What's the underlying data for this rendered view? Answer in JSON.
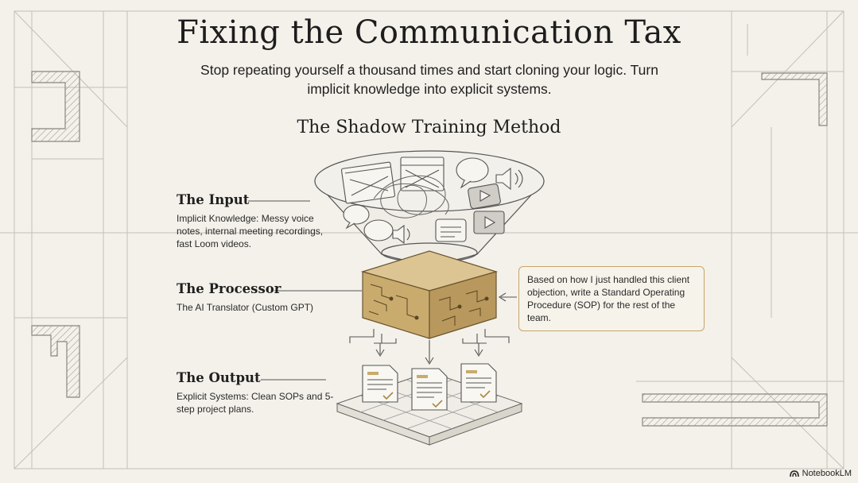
{
  "title": "Fixing the Communication Tax",
  "subtitle": "Stop repeating yourself a thousand times and start cloning your logic. Turn implicit knowledge into explicit systems.",
  "section_title": "The Shadow Training Method",
  "stages": [
    {
      "heading": "The Input",
      "body": "Implicit Knowledge: Messy voice notes, internal meeting recordings, fast Loom videos."
    },
    {
      "heading": "The Processor",
      "body": "The AI Translator (Custom GPT)"
    },
    {
      "heading": "The Output",
      "body": "Explicit Systems: Clean SOPs and 5-step project plans."
    }
  ],
  "callout": "Based on how I just handled this client objection, write a Standard Operating Procedure (SOP) for the rest of the team.",
  "badge": "NotebookLM",
  "colors": {
    "background": "#f3f1ea",
    "wood": "#c9ab6e",
    "callout_border": "#c8a46a",
    "line": "#444444"
  },
  "icons": [
    "funnel-icon",
    "speech-bubble-icon",
    "speaker-icon",
    "play-video-icon",
    "browser-window-icon",
    "processor-cube-icon",
    "document-icon",
    "checkmark-icon",
    "grid-platform-icon"
  ]
}
